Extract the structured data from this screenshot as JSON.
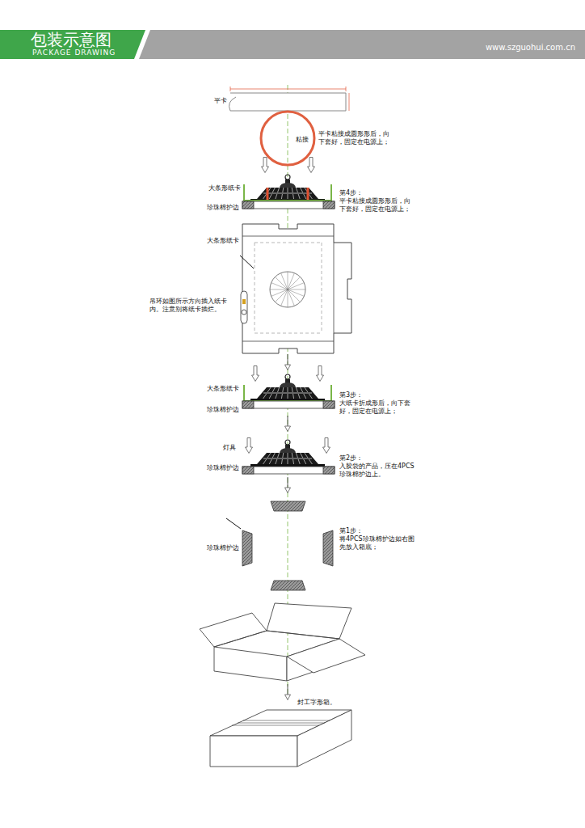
{
  "diagram": {
    "title": "包装示意图",
    "labels": [
      "PACKAGE DRAWING",
      "www.szguohui.com.cn",
      "平卡",
      "粘接",
      "平卡粘接成圆形形后，向下套好，固定在电源上；",
      "大条形纸卡",
      "珍珠棉护边",
      "第4步：",
      "平卡粘接成圆形形后，向下套好，固定在电源上；",
      "大条形纸卡",
      "吊环如图所示方向插入纸卡内。注意别将纸卡插烂。",
      "大条形纸卡",
      "珍珠棉护边",
      "第3步：",
      "大纸卡折成形后，向下套好，固定在电源上；",
      "灯具",
      "珍珠棉护边",
      "第2步：",
      "入胶袋的产品，压在4PCS珍珠棉护边上。",
      "珍珠棉护边",
      "第1步：",
      "将4PCS珍珠棉护边如右图先放入箱底；",
      "封工字形箱。"
    ]
  }
}
